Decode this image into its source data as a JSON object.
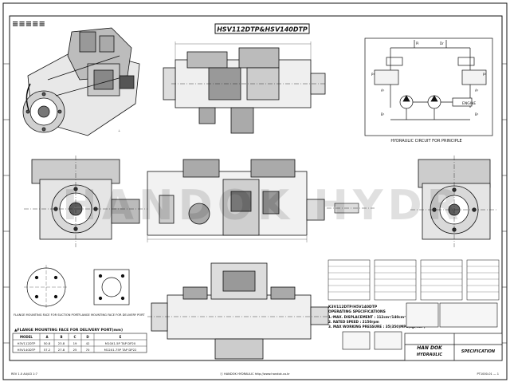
{
  "sheet": {
    "title": "HSV112DTP&HSV140DTP",
    "watermark": "HANDOK HYDR"
  },
  "brand_logo": "≡≡≡≡≡",
  "circuit": {
    "caption": "HYDRAULIC CIRCUIT FOR PRINCIPLE",
    "engine_label": "ENGINE",
    "ports": [
      "P¹",
      "P²",
      "A¹",
      "A²",
      "B¹",
      "B²",
      "Pi",
      "Dr"
    ]
  },
  "port_table": {
    "title": "▲FLANGE MOUNTING FACE FOR DELIVERY PORT(mm)",
    "headers": [
      "MODEL",
      "A",
      "B",
      "C",
      "D",
      "E"
    ],
    "rows": [
      [
        "H3V112DTP",
        "50.8",
        "23.8",
        "19",
        "42",
        "M10X1.5P TAP DP20"
      ],
      [
        "H5V140DTP",
        "57.2",
        "27.8",
        "25",
        "70",
        "M12X1.75P TAP DP22"
      ]
    ],
    "face_labels": [
      "FLANGE MOUNTING FACE FOR SUCTION PORT",
      "FLANGE MOUNTING FACE FOR DELIVERY PORT"
    ]
  },
  "specs": {
    "title": "K3V112DTP/H5V140DTP",
    "subtitle": "OPERATING SPECIFICATIONS",
    "items": [
      "1. MAX. DISPLACEMENT : 112cm³/140cm³",
      "2. RATED SPEED : 2150rpm",
      "3. MAX WORKING PRESSURE : 35(350)MPa(kgf/cm²)"
    ]
  },
  "title_block": {
    "company": "HAN DOK",
    "company_sub": "HYDRAULIC",
    "doc": "SPECIFICATION"
  },
  "footer": {
    "left": "REV 1.0  A4/A3 1:7",
    "center": "ⓒ HANDOK HYDRAULIC   http://www.handok.co.kr",
    "right": "PT1000-01 — 1"
  }
}
